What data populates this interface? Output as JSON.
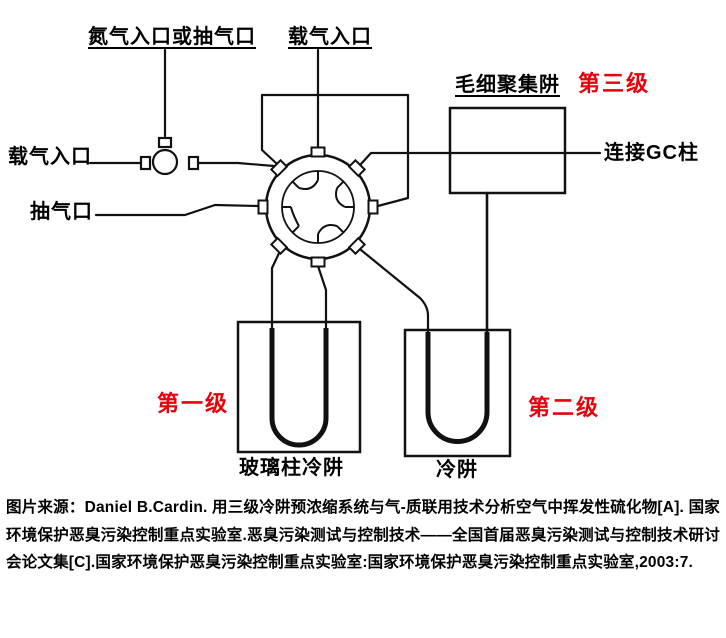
{
  "diagram": {
    "labels": {
      "nitrogen_inlet": "氮气入口或抽气口",
      "carrier_inlet_top": "载气入口",
      "carrier_inlet_left": "载气入口",
      "pump_port": "抽气口",
      "capillary_trap": "毛细聚集阱",
      "gc_column": "连接GC柱",
      "glass_trap": "玻璃柱冷阱",
      "cold_trap": "冷阱"
    },
    "stages": {
      "stage1": "第一级",
      "stage2": "第二级",
      "stage3": "第三级"
    },
    "colors": {
      "stage_red": "#e8000b",
      "line_black": "#111111"
    }
  },
  "caption": {
    "text": "图片来源：Daniel B.Cardin. 用三级冷阱预浓缩系统与气-质联用技术分析空气中挥发性硫化物[A]. 国家环境保护恶臭污染控制重点实验室.恶臭污染测试与控制技术——全国首届恶臭污染测试与控制技术研讨会论文集[C].国家环境保护恶臭污染控制重点实验室:国家环境保护恶臭污染控制重点实验室,2003:7."
  }
}
